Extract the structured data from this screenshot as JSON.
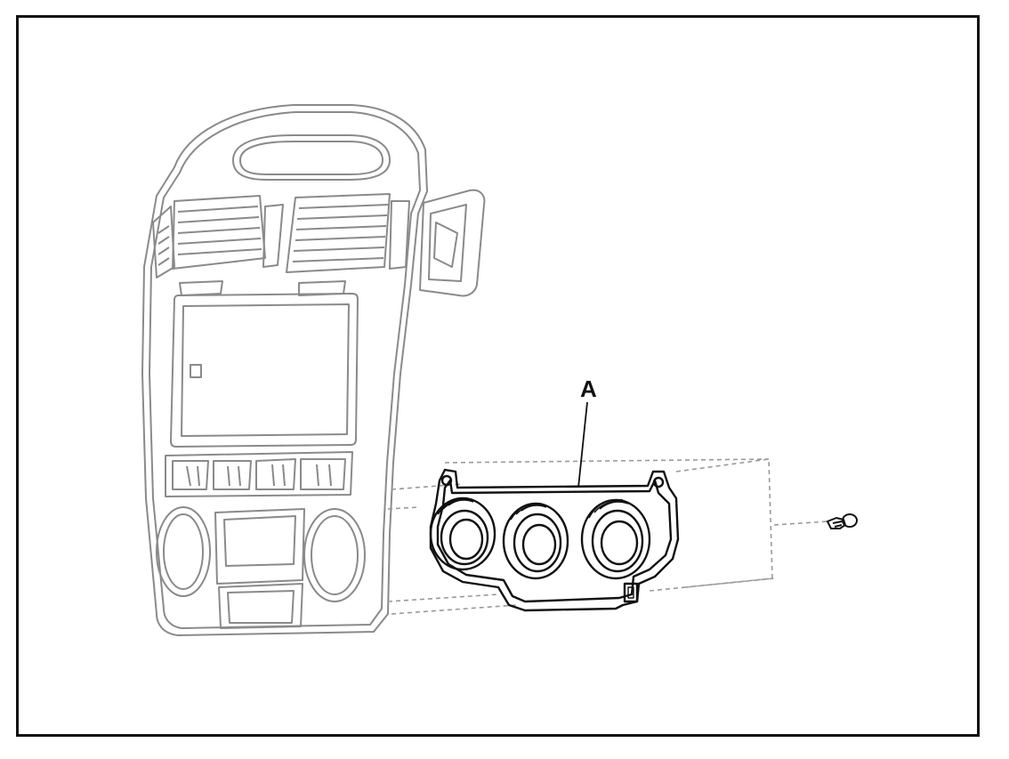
{
  "diagram": {
    "callout_label": "A",
    "colors": {
      "frame": "#111111",
      "ghost_line": "#8a8a8a",
      "part_line": "#111111",
      "dashed_leader": "#9a9a9a",
      "background": "#ffffff"
    },
    "icons": [
      "dashboard-center-fascia",
      "heater-control-panel",
      "mounting-screw-icon"
    ]
  }
}
